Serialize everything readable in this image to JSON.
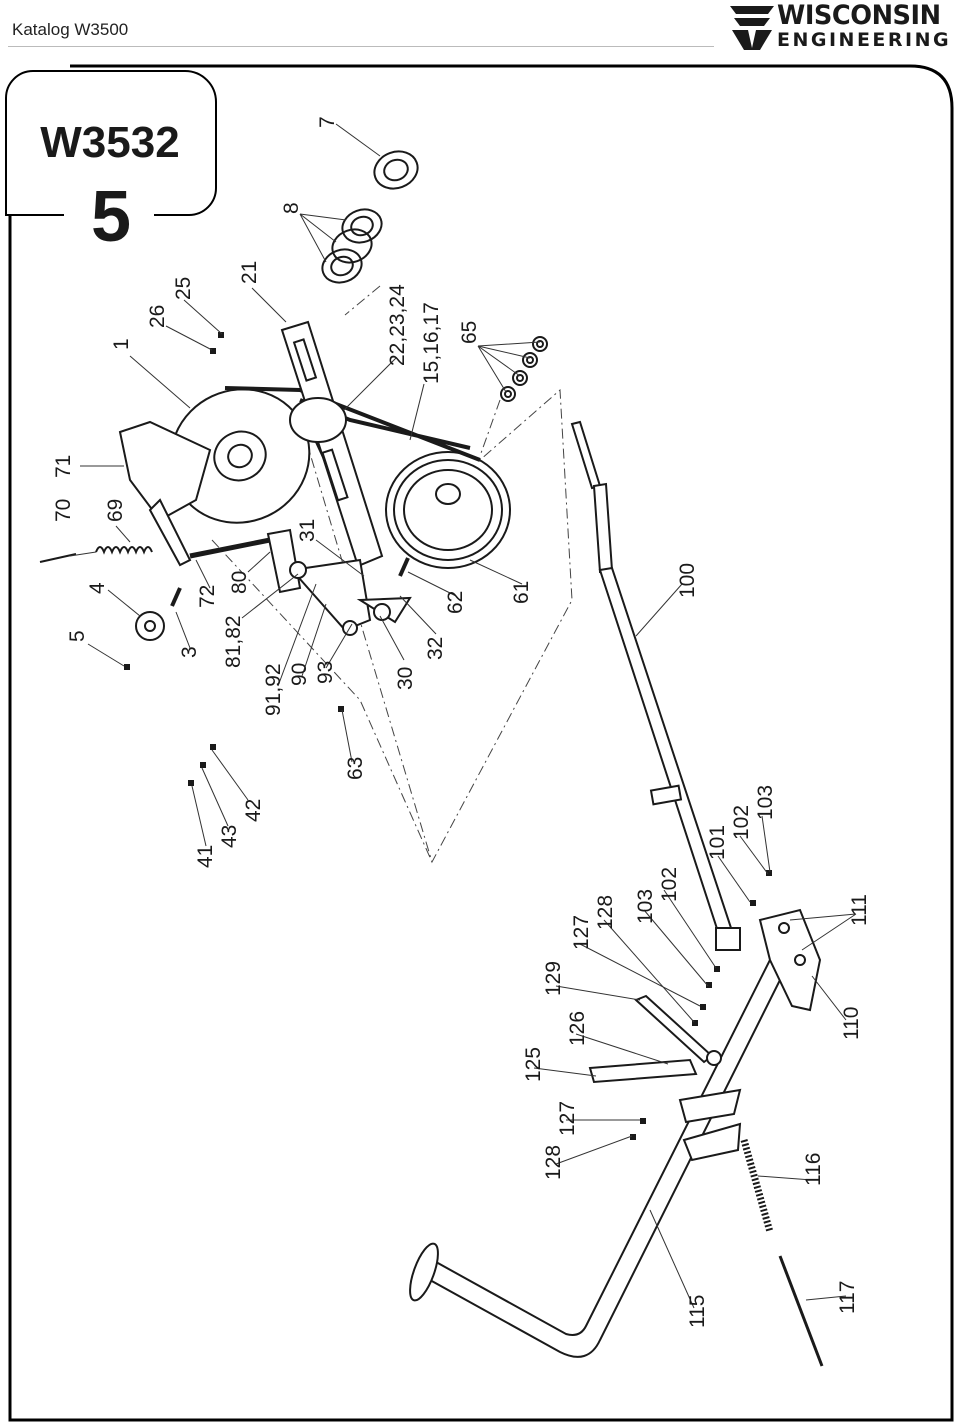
{
  "header": {
    "catalog_title": "Katalog W3500",
    "logo_top": "WISCONSIN",
    "logo_bottom": "ENGINEERING"
  },
  "box": {
    "model_code": "W3532",
    "section_number": "5"
  },
  "part_labels": {
    "p7": "7",
    "p8": "8",
    "p21": "21",
    "p25": "25",
    "p26": "26",
    "p1": "1",
    "p22": "22,23,24",
    "p15": "15,16,17",
    "p65": "65",
    "p71": "71",
    "p70": "70",
    "p69": "69",
    "p31": "31",
    "p5": "5",
    "p4": "4",
    "p3": "3",
    "p72": "72",
    "p80": "80",
    "p81": "81,82",
    "p91": "91,92",
    "p90": "90",
    "p93": "93",
    "p30": "30",
    "p32": "32",
    "p62": "62",
    "p61": "61",
    "p100": "100",
    "p63": "63",
    "p41": "41",
    "p43": "43",
    "p42": "42",
    "p101": "101",
    "p102a": "102",
    "p103a": "103",
    "p102b": "102",
    "p103b": "103",
    "p111": "111",
    "p127a": "127",
    "p128a": "128",
    "p129": "129",
    "p126": "126",
    "p125": "125",
    "p127b": "127",
    "p128b": "128",
    "p110": "110",
    "p116": "116",
    "p115": "115",
    "p117": "117"
  }
}
